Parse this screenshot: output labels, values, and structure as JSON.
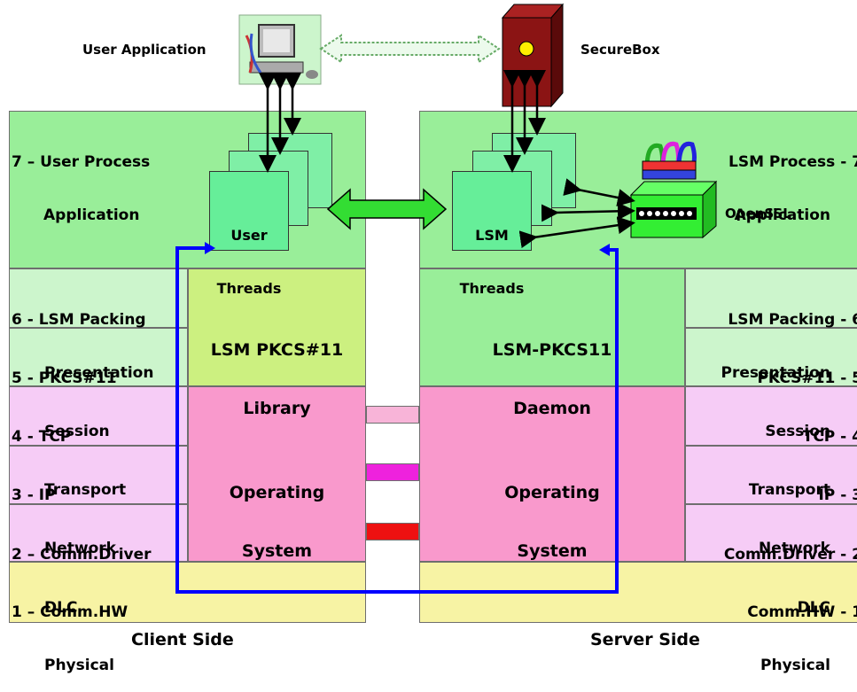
{
  "client": {
    "layers": [
      {
        "line1": "7 – User Process",
        "line2": "Application"
      },
      {
        "line1": "6 - LSM Packing",
        "line2": "Presentation"
      },
      {
        "line1": "5 - PKCS#11",
        "line2": "Session"
      },
      {
        "line1": "4 - TCP",
        "line2": "Transport"
      },
      {
        "line1": "3 - IP",
        "line2": "Network"
      },
      {
        "line1": "2 – Comm.Driver",
        "line2": "DLC"
      },
      {
        "line1": "1 – Comm.HW",
        "line2": "Physical"
      }
    ],
    "library_line1": "LSM PKCS#11",
    "library_line2": "Library",
    "os_line1": "Operating",
    "os_line2": "System",
    "threads_line1": "User",
    "threads_line2": "Threads",
    "app_label": "User Application",
    "side_label": "Client Side"
  },
  "server": {
    "layers": [
      {
        "line1": "LSM Process - 7",
        "line2": "Application"
      },
      {
        "line1": "LSM Packing - 6",
        "line2": "Presentation"
      },
      {
        "line1": "PKCS#11 - 5",
        "line2": "Session"
      },
      {
        "line1": "TCP - 4",
        "line2": "Transport"
      },
      {
        "line1": "IP - 3",
        "line2": "Network"
      },
      {
        "line1": "Comm.Driver - 2",
        "line2": "DLC"
      },
      {
        "line1": "Comm.HW - 1",
        "line2": "Physical"
      }
    ],
    "daemon_line1": "LSM-PKCS11",
    "daemon_line2": "Daemon",
    "os_line1": "Operating",
    "os_line2": "System",
    "threads_line1": "LSM",
    "threads_line2": "Threads",
    "box_label": "SecureBox",
    "openssl_label": "OpenSSL",
    "side_label": "Server Side"
  },
  "colors": {
    "app_layer": "#99ee99",
    "session_layers": "#ccf5cc",
    "library": "#ccf080",
    "daemon": "#99ee99",
    "transport_layers": "#f6ccf6",
    "os": "#f999cc",
    "physical": "#f7f3a4",
    "data_path": "#0000ff",
    "link_arrow": "#33dd33"
  },
  "icons": [
    "computer-icon",
    "securebox-icon",
    "openssl-icon"
  ]
}
